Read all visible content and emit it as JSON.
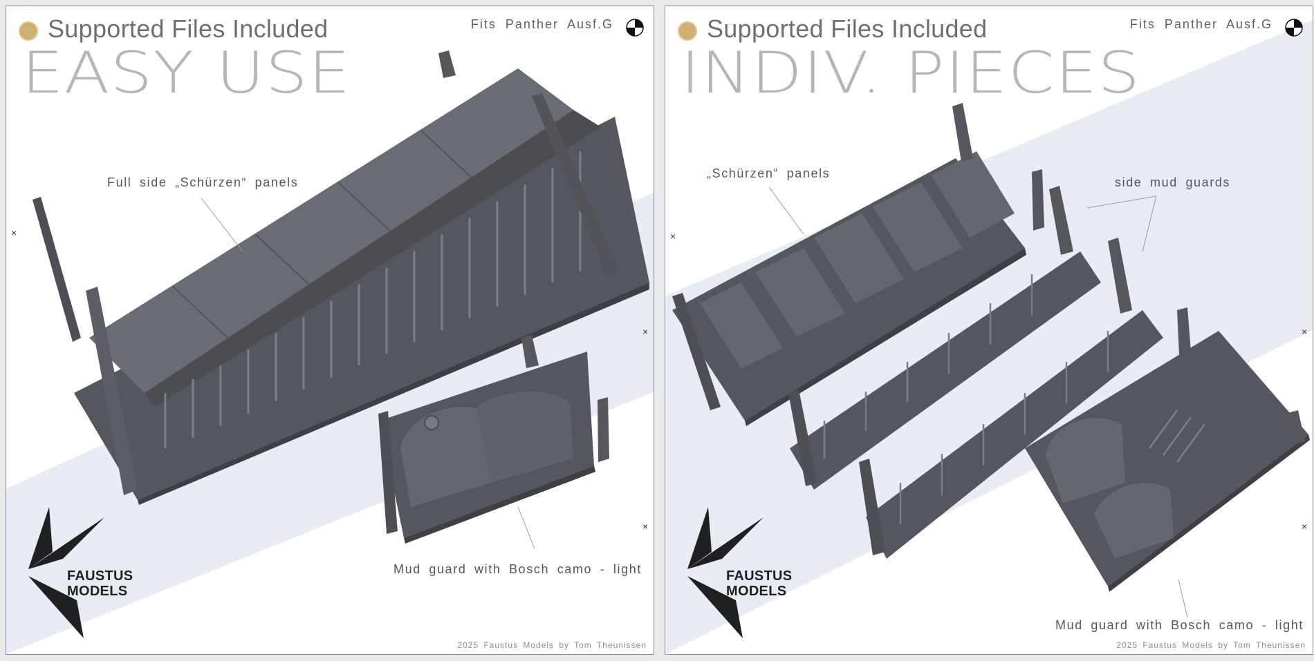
{
  "panels": {
    "left": {
      "tag": "Supported Files Included",
      "headline": "EASY USE",
      "fits": "Fits Panther Ausf.G",
      "annotation_top": "Full side „Schürzen“ panels",
      "annotation_bottom": "Mud guard with Bosch camo - light",
      "brand_line1": "FAUSTUS",
      "brand_line2": "MODELS",
      "copyright": "2025 Faustus Models by Tom Theunissen",
      "marks": [
        "×",
        "×",
        "×"
      ]
    },
    "right": {
      "tag": "Supported Files Included",
      "headline": "INDIV. PIECES",
      "fits": "Fits Panther Ausf.G",
      "annotation_top": "„Schürzen“ panels",
      "annotation_side": "side mud guards",
      "annotation_bottom": "Mud guard with Bosch camo - light",
      "brand_line1": "FAUSTUS",
      "brand_line2": "MODELS",
      "copyright": "2025 Faustus Models by Tom Theunissen",
      "marks": [
        "×",
        "×",
        "×"
      ]
    }
  },
  "colors": {
    "accent_gold": "#cfb072",
    "model_gray": "#5b5d64",
    "model_dark": "#43454b",
    "band": "#e6ebf1"
  },
  "icons": [
    "gold-dot-icon",
    "checker-circle-logo-icon",
    "faustus-logo-icon"
  ]
}
